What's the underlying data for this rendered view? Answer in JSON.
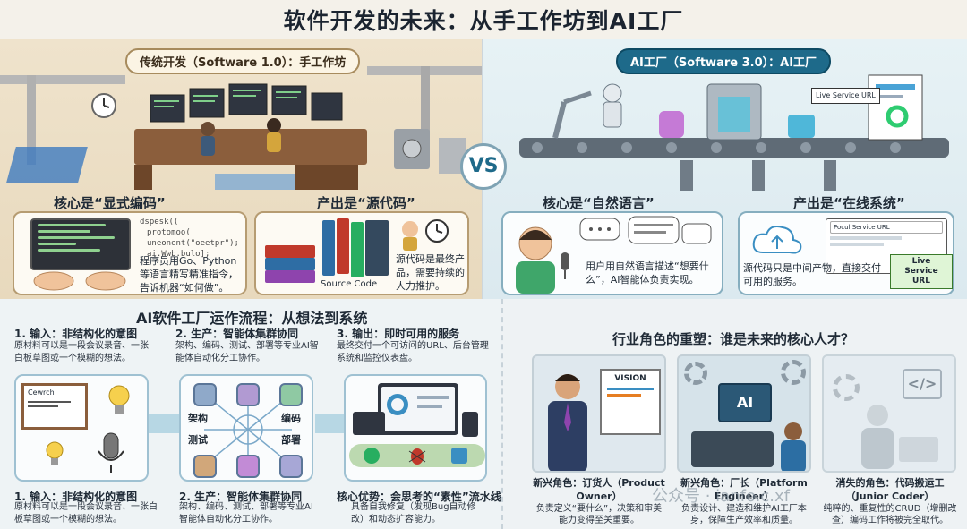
{
  "title": "软件开发的未来：从手工作坊到AI工厂",
  "left_panel": {
    "badge": "传统开发（Software 1.0）：手工作坊",
    "core_label": "核心是“显式编码”",
    "output_label": "产出是“源代码”",
    "code_snippet": [
      "dspesk((",
      "protomoo(",
      "uneonent(\"oeetpr\");",
      "ai.Wwb.bulo];"
    ],
    "core_desc": "程序员用Go、Python等语言精写精准指令，告诉机器“如何做”。",
    "book_label": "Source Code",
    "output_desc": "源代码是最终产品，需要持续的人力推护。"
  },
  "vs": "VS",
  "right_panel": {
    "badge": "AI工厂（Software 3.0）：AI工厂",
    "live_service_tag": "Live Service URL",
    "core_label": "核心是“自然语言”",
    "output_label": "产出是“在线系统”",
    "core_desc": "用户用自然语言描述“想要什么”，AI智能体负责实现。",
    "url_bar": "Pocul Service URL",
    "live_service_url": "Live Service URL",
    "output_desc": "源代码只是中间产物，直接交付可用的服务。"
  },
  "workflow": {
    "title": "AI软件工厂运作流程：从想法到系统",
    "step1_title": "1. 输入：非结构化的意图",
    "step1_desc": "原材料可以是一段会议录音、一张白板草图或一个模糊的想法。",
    "step2_title": "2. 生产：智能体集群协同",
    "step2_desc": "架构、编码、测试、部署等专业AI智能体自动化分工协作。",
    "step3_title": "3. 输出：即时可用的服务",
    "step3_desc": "最终交付一个可访问的URL、后台管理系统和监控仪表盘。",
    "agents": [
      "架构",
      "编码",
      "测试",
      "部署"
    ],
    "step1_title_repeat": "1. 输入：非结构化的意图",
    "step1_desc_repeat": "原材料可以是一段会议录音、一张白板草图或一个模糊的想法。",
    "step2_title_repeat": "2. 生产：智能体集群协同",
    "step2_desc_repeat": "架构、编码、测试、部署等专业AI智能体自动化分工协作。",
    "advantage_title": "核心优势：会思考的“素性”流水线",
    "advantage_desc": "具备自我修复（发现Bug自动修改）和动态扩容能力。",
    "whiteboard_text": "Cewrch"
  },
  "roles": {
    "title": "行业角色的重塑：谁是未来的核心人才？",
    "vision_label": "VISION",
    "ai_label": "AI",
    "items": [
      {
        "title": "新兴角色：订货人（Product Owner）",
        "desc": "负责定义“要什么”，决策和审美能力变得至关重要。"
      },
      {
        "title": "新兴角色：厂长（Platform Engineer）",
        "desc": "负责设计、建造和维护AI工厂本身，保障生产效率和质量。"
      },
      {
        "title": "消失的角色：代码搬运工（Junior Coder）",
        "desc": "纯粹的、重复性的CRUD（增删改查）编码工作将被完全取代。"
      }
    ]
  },
  "watermark": "公众号 · ianfo.c.xf",
  "colors": {
    "accent_blue": "#1e6a8a",
    "warm_tan": "#b69c72",
    "cool_border": "#86aebf"
  }
}
